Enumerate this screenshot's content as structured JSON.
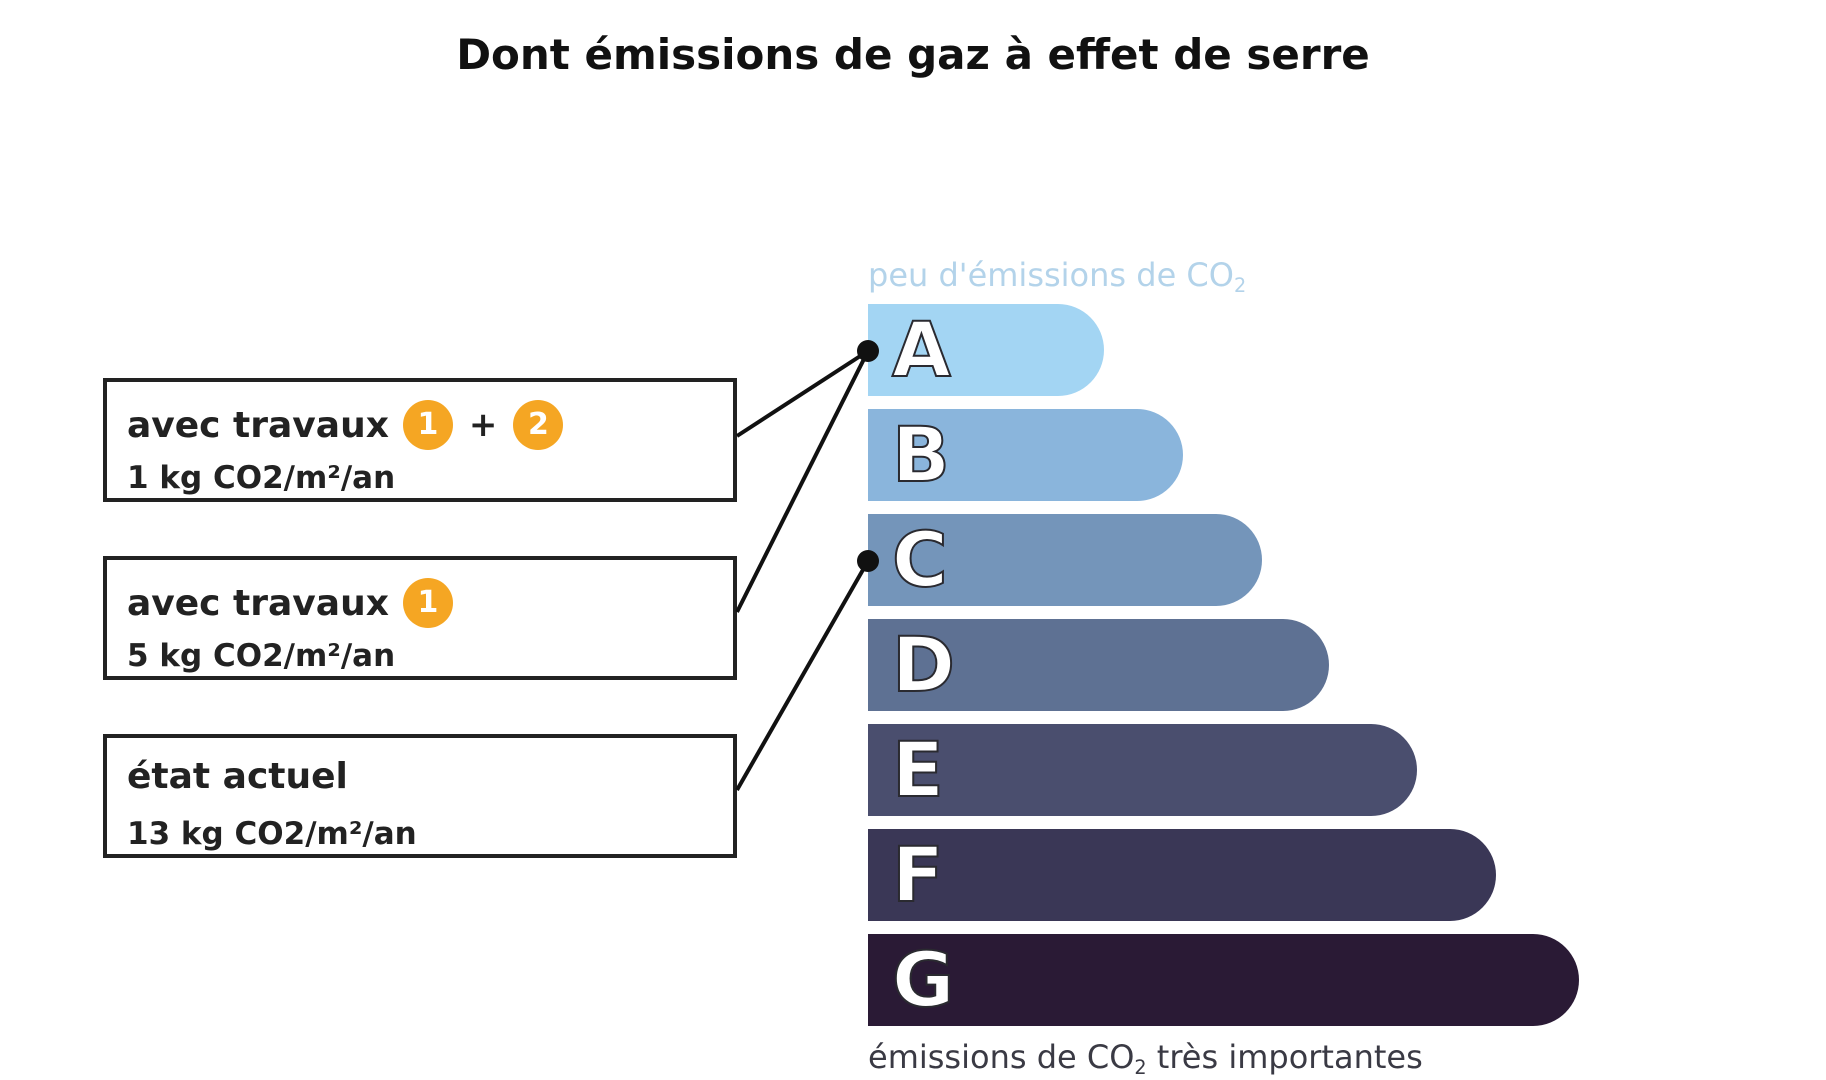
{
  "title": "Dont émissions de gaz à effet de serre",
  "scale": {
    "top_caption": "peu d'émissions de CO",
    "top_caption_sub": "2",
    "bottom_caption": "émissions de CO",
    "bottom_caption_sub": "2",
    "bottom_caption_tail": " très importantes",
    "bars": [
      {
        "letter": "A",
        "color": "#a3d5f3"
      },
      {
        "letter": "B",
        "color": "#8ab5dc"
      },
      {
        "letter": "C",
        "color": "#7495ba"
      },
      {
        "letter": "D",
        "color": "#5e7193"
      },
      {
        "letter": "E",
        "color": "#4a4e6e"
      },
      {
        "letter": "F",
        "color": "#3a3756"
      },
      {
        "letter": "G",
        "color": "#2a1a35"
      }
    ]
  },
  "boxes": [
    {
      "label": "avec travaux",
      "badge1": "1",
      "plus": "+",
      "badge2": "2",
      "value": "1 kg CO2/m²/an",
      "class": "A"
    },
    {
      "label": "avec travaux",
      "badge1": "1",
      "value": "5 kg CO2/m²/an",
      "class": "A"
    },
    {
      "label": "état actuel",
      "value": "13 kg CO2/m²/an",
      "class": "C"
    }
  ],
  "colors": {
    "badge": "#f5a623",
    "connector": "#111111"
  }
}
